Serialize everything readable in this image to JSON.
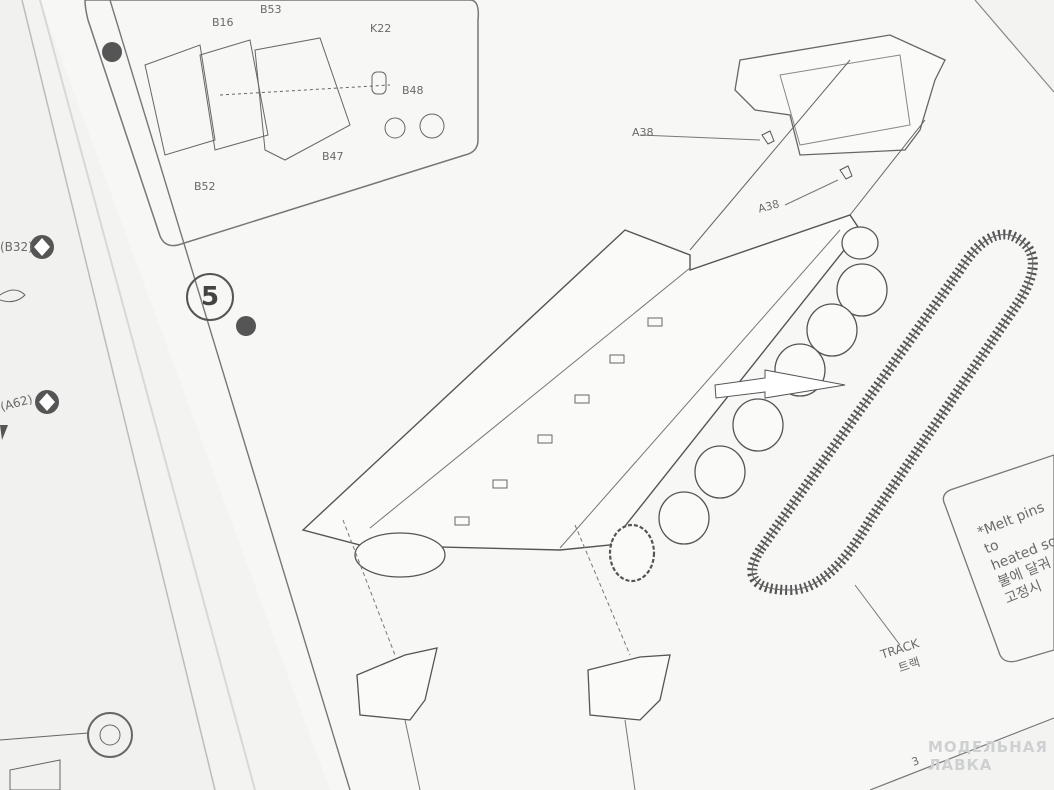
{
  "inset": {
    "labels": [
      "B16",
      "B53",
      "K22",
      "B48",
      "B47",
      "B52"
    ]
  },
  "left_page": {
    "ref1": "(B32)",
    "ref2": "(A62)"
  },
  "step": {
    "number": "5",
    "part_a38_1": "A38",
    "part_a38_2": "A38",
    "track_en": "TRACK",
    "track_kr": "트랙"
  },
  "note": {
    "line1": "*Melt pins to",
    "line2": "heated so",
    "line3": "불에 달궈",
    "line4": "고정시"
  },
  "page_number": "3",
  "watermark": {
    "line1": "МОДЕЛЬНАЯ",
    "line2": "ЛАВКА"
  }
}
